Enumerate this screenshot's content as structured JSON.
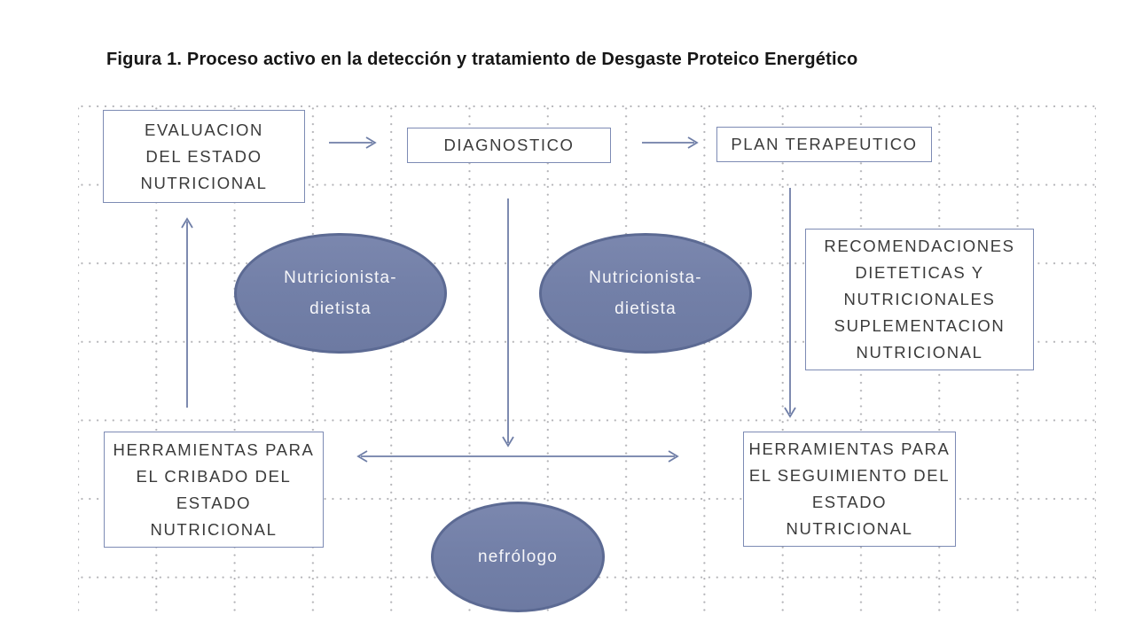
{
  "figure": {
    "title": "Figura 1. Proceso activo en la detección y tratamiento de Desgaste Proteico Energético"
  },
  "nodes": {
    "evaluacion": {
      "lines": [
        "EVALUACION",
        "DEL ESTADO",
        "NUTRICIONAL"
      ]
    },
    "diagnostico": {
      "lines": [
        "DIAGNOSTICO"
      ]
    },
    "plan_terapeutico": {
      "lines": [
        "PLAN TERAPEUTICO"
      ]
    },
    "recomendaciones": {
      "lines": [
        "RECOMENDACIONES",
        "DIETETICAS Y",
        "NUTRICIONALES",
        "SUPLEMENTACION",
        "NUTRICIONAL"
      ]
    },
    "cribado": {
      "lines": [
        "HERRAMIENTAS PARA",
        "EL CRIBADO DEL",
        "ESTADO",
        "NUTRICIONAL"
      ]
    },
    "seguimiento": {
      "lines": [
        "HERRAMIENTAS PARA",
        "EL SEGUIMIENTO DEL",
        "ESTADO",
        "NUTRICIONAL"
      ]
    },
    "nutricionista_izq": {
      "lines": [
        "Nutricionista-",
        "dietista"
      ]
    },
    "nutricionista_der": {
      "lines": [
        "Nutricionista-",
        "dietista"
      ]
    },
    "nefrologo": {
      "lines": [
        "nefrólogo"
      ]
    }
  },
  "colors": {
    "ellipse_fill": "#7380a8",
    "ellipse_border": "#5c6a93",
    "box_border": "#7d8bb4",
    "arrow": "#6f7ea7",
    "box_text": "#3b3b3b",
    "ellipse_text": "#f6f6f9",
    "grid_dot": "#b2b2b6",
    "title_text": "#161616",
    "background": "#ffffff"
  }
}
